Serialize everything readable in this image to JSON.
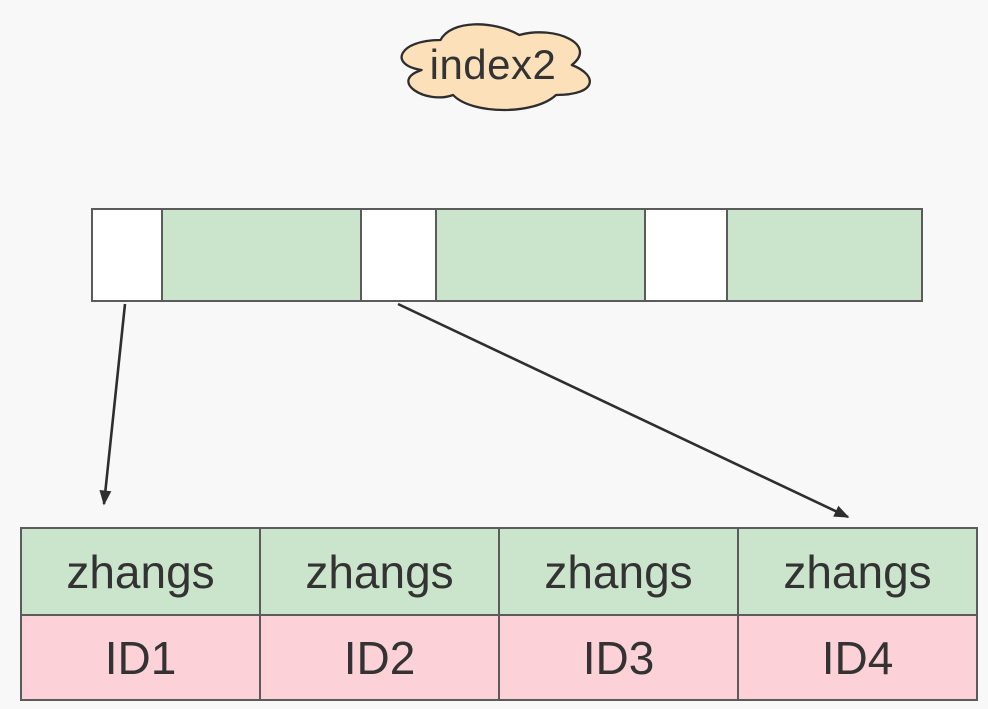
{
  "cloud": {
    "label": "index2",
    "fill_color": "#FBE0B9",
    "stroke_color": "#2D2D2D"
  },
  "index_bar": {
    "segments": [
      {
        "state": "empty"
      },
      {
        "state": "filled"
      },
      {
        "state": "empty"
      },
      {
        "state": "filled"
      },
      {
        "state": "empty"
      },
      {
        "state": "filled"
      }
    ],
    "filled_color": "#CBE5CC",
    "empty_color": "#FFFFFF"
  },
  "arrows": [
    {
      "from": "bar-empty-slot-1",
      "to": "table-left"
    },
    {
      "from": "bar-empty-slot-2",
      "to": "table-right"
    }
  ],
  "table": {
    "rows": [
      {
        "role": "index-key-row",
        "color": "#CBE5CC",
        "cells": [
          "zhangs",
          "zhangs",
          "zhangs",
          "zhangs"
        ]
      },
      {
        "role": "row-id-row",
        "color": "#FCD1D8",
        "cells": [
          "ID1",
          "ID2",
          "ID3",
          "ID4"
        ]
      }
    ]
  },
  "colors": {
    "background": "#F8F8F8",
    "border": "#5B5B5B",
    "text": "#333333",
    "arrow": "#2E2E2E"
  }
}
